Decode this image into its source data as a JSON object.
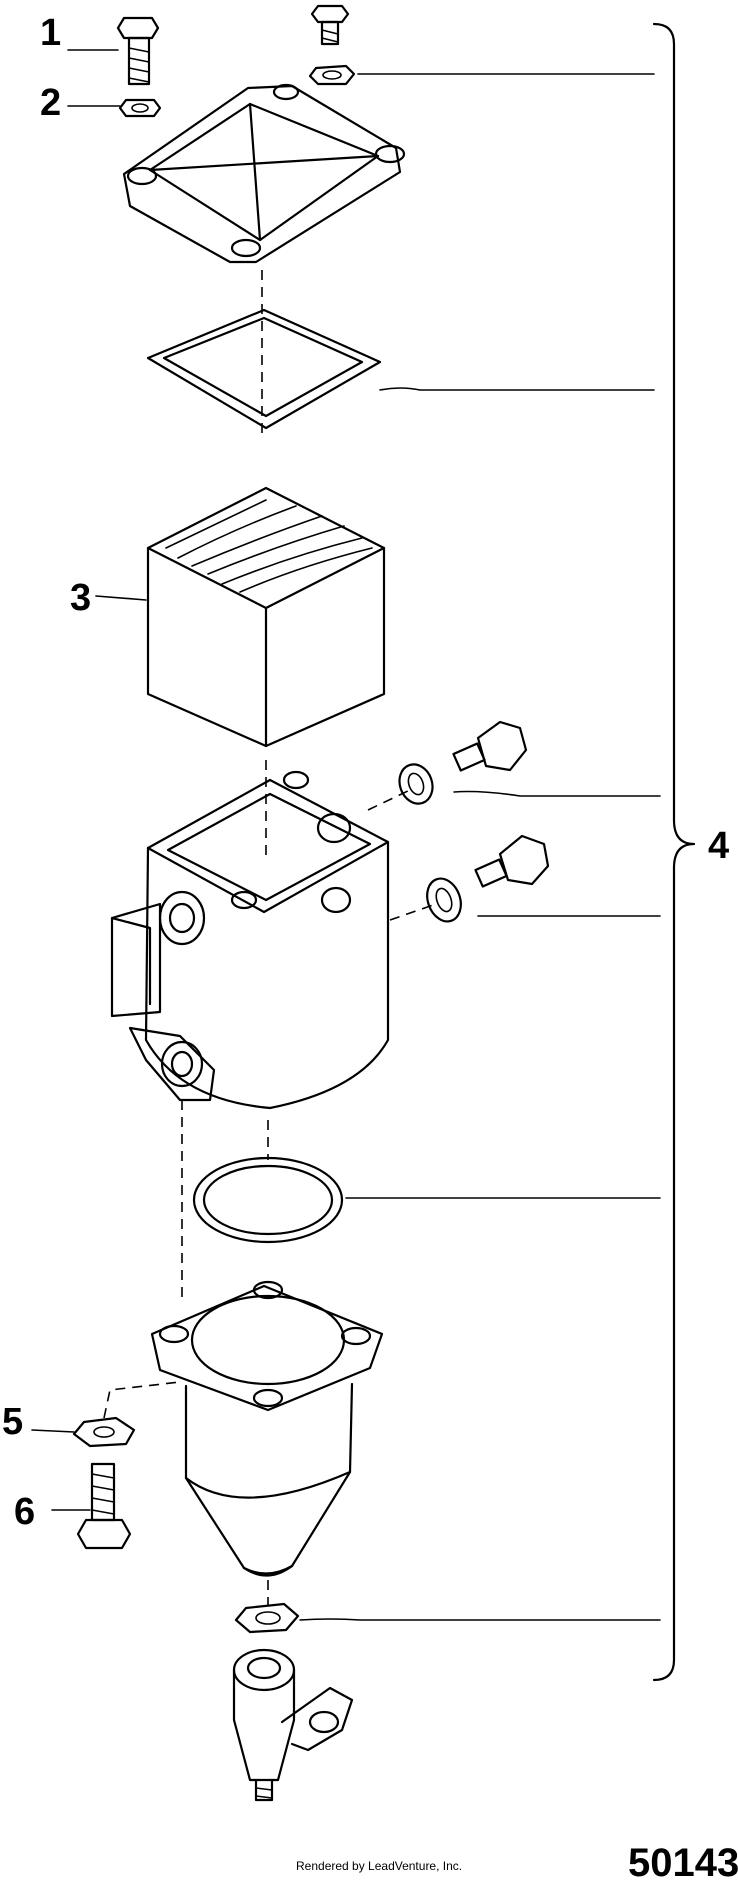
{
  "callouts": {
    "c1": "1",
    "c2": "2",
    "c3": "3",
    "c4": "4",
    "c5": "5",
    "c6": "6"
  },
  "figure_number": "50143",
  "credit": "Rendered by LeadVenture, Inc.",
  "colors": {
    "line": "#000000",
    "background": "#ffffff"
  }
}
